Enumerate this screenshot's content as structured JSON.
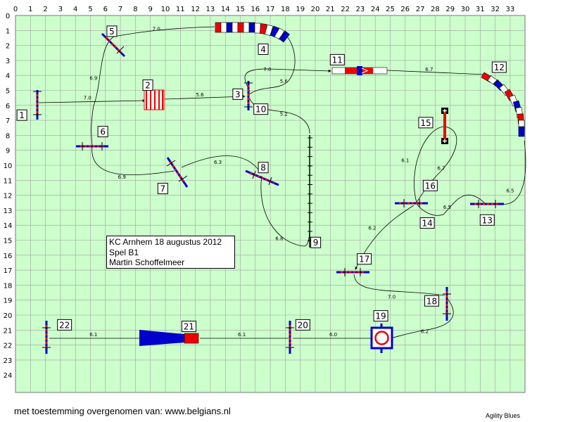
{
  "grid": {
    "cols": 34,
    "rows": 24,
    "bg": "#ccffcc",
    "line": "#999999"
  },
  "info": {
    "line1": "KC Arnhem 18 augustus 2012",
    "line2": "Spel B1",
    "line3": "Martin Schoffelmeer"
  },
  "footer": "met toestemming overgenomen van: www.belgians.nl",
  "credit": "Agility Blues",
  "colors": {
    "blue": "#0000cc",
    "red": "#ee0000",
    "path": "#000000"
  },
  "numbers": [
    {
      "id": "1",
      "label": "1",
      "gx": 0.1,
      "gy": 6.3
    },
    {
      "id": "2",
      "label": "2",
      "gx": 8.5,
      "gy": 4.3
    },
    {
      "id": "3",
      "label": "3",
      "gx": 14.5,
      "gy": 4.9
    },
    {
      "id": "4",
      "label": "4",
      "gx": 16.2,
      "gy": 1.9
    },
    {
      "id": "5",
      "label": "5",
      "gx": 6.1,
      "gy": 0.7
    },
    {
      "id": "6",
      "label": "6",
      "gx": 5.5,
      "gy": 7.4
    },
    {
      "id": "7",
      "label": "7",
      "gx": 9.5,
      "gy": 11.2
    },
    {
      "id": "8",
      "label": "8",
      "gx": 16.2,
      "gy": 9.8
    },
    {
      "id": "9",
      "label": "9",
      "gx": 19.7,
      "gy": 14.8
    },
    {
      "id": "10",
      "label": "10",
      "gx": 15.9,
      "gy": 5.9
    },
    {
      "id": "11",
      "label": "11",
      "gx": 21.0,
      "gy": 2.6
    },
    {
      "id": "12",
      "label": "12",
      "gx": 31.8,
      "gy": 3.1
    },
    {
      "id": "13",
      "label": "13",
      "gx": 31.0,
      "gy": 13.3
    },
    {
      "id": "14",
      "label": "14",
      "gx": 27.0,
      "gy": 13.5
    },
    {
      "id": "15",
      "label": "15",
      "gx": 26.9,
      "gy": 6.8
    },
    {
      "id": "16",
      "label": "16",
      "gx": 27.2,
      "gy": 11.0
    },
    {
      "id": "17",
      "label": "17",
      "gx": 22.8,
      "gy": 15.9
    },
    {
      "id": "18",
      "label": "18",
      "gx": 27.3,
      "gy": 18.7
    },
    {
      "id": "19",
      "label": "19",
      "gx": 23.9,
      "gy": 19.7
    },
    {
      "id": "20",
      "label": "20",
      "gx": 18.7,
      "gy": 20.3
    },
    {
      "id": "21",
      "label": "21",
      "gx": 11.1,
      "gy": 20.4
    },
    {
      "id": "22",
      "label": "22",
      "gx": 2.8,
      "gy": 20.3
    }
  ],
  "distances": [
    {
      "id": "d1",
      "label": "7.0",
      "gx": 4.8,
      "gy": 5.6
    },
    {
      "id": "d2",
      "label": "5.6",
      "gx": 12.3,
      "gy": 5.4
    },
    {
      "id": "d3",
      "label": "6.9",
      "gx": 5.2,
      "gy": 4.3
    },
    {
      "id": "d4",
      "label": "7.0",
      "gx": 9.4,
      "gy": 1.0
    },
    {
      "id": "d5",
      "label": "5.6",
      "gx": 17.9,
      "gy": 4.5
    },
    {
      "id": "d6",
      "label": "7.0",
      "gx": 16.8,
      "gy": 3.7
    },
    {
      "id": "d7",
      "label": "5.2",
      "gx": 17.9,
      "gy": 6.7
    },
    {
      "id": "d8",
      "label": "6.9",
      "gx": 7.1,
      "gy": 10.9
    },
    {
      "id": "d9",
      "label": "6.3",
      "gx": 13.5,
      "gy": 9.9
    },
    {
      "id": "d10",
      "label": "6.8",
      "gx": 17.6,
      "gy": 15.0
    },
    {
      "id": "d11",
      "label": "6.7",
      "gx": 27.6,
      "gy": 3.7
    },
    {
      "id": "d12",
      "label": "6.5",
      "gx": 33.0,
      "gy": 11.8
    },
    {
      "id": "d13",
      "label": "6.1",
      "gx": 26.0,
      "gy": 9.8
    },
    {
      "id": "d14",
      "label": "6.7",
      "gx": 28.4,
      "gy": 10.3
    },
    {
      "id": "d15",
      "label": "6.5",
      "gx": 28.8,
      "gy": 12.9
    },
    {
      "id": "d16",
      "label": "6.2",
      "gx": 23.8,
      "gy": 14.3
    },
    {
      "id": "d17",
      "label": "7.0",
      "gx": 25.1,
      "gy": 18.9
    },
    {
      "id": "d18",
      "label": "6.2",
      "gx": 27.3,
      "gy": 21.2
    },
    {
      "id": "d19",
      "label": "6.0",
      "gx": 21.2,
      "gy": 21.4
    },
    {
      "id": "d20",
      "label": "6.1",
      "gx": 15.1,
      "gy": 21.4
    },
    {
      "id": "d21",
      "label": "6.1",
      "gx": 5.2,
      "gy": 21.4
    }
  ]
}
